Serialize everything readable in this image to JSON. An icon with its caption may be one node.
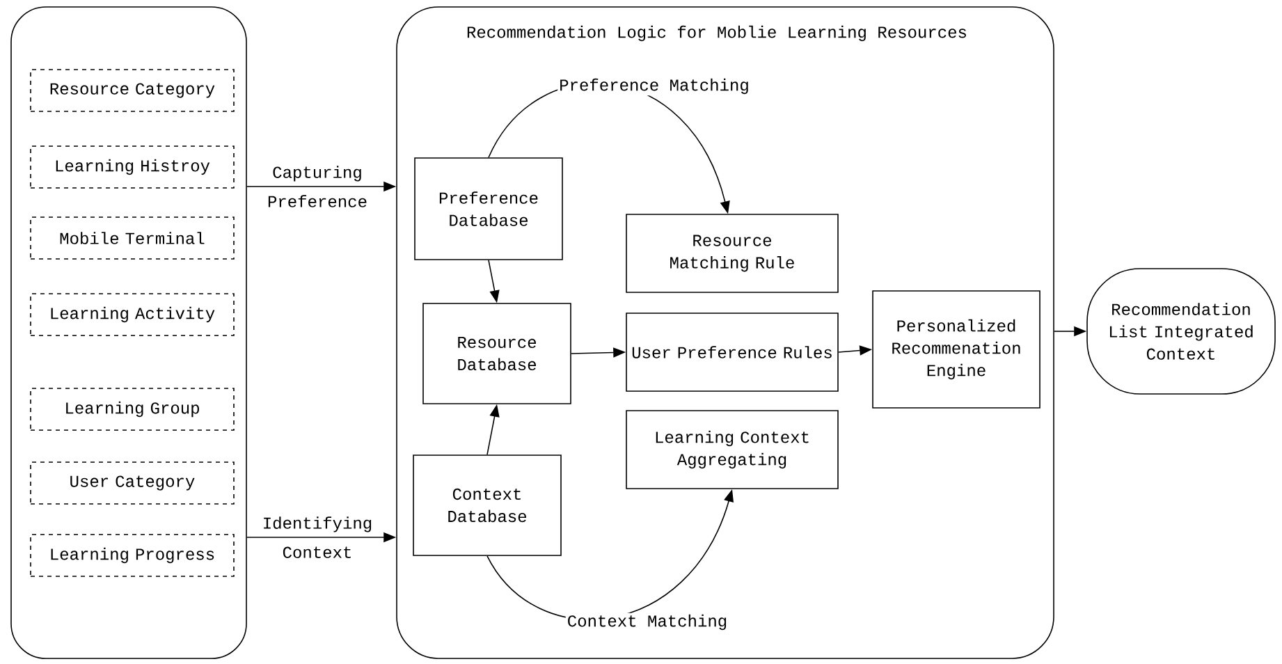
{
  "diagram": {
    "nodes": [
      {
        "text": [],
        "shape": "box"
      },
      {
        "text": [
          "Resource Category"
        ],
        "in": 0
      },
      {
        "text": [
          "Learning Histroy"
        ],
        "in": 0
      },
      {
        "text": [
          "Mobile Terminal"
        ],
        "in": 0
      },
      {
        "text": [
          "Learning Activity"
        ],
        "in": 0
      },
      {
        "text": [
          "Learning Group"
        ],
        "in": 0
      },
      {
        "text": [
          "User Category"
        ],
        "in": 0
      },
      {
        "text": [
          "Learning Progress"
        ],
        "in": 0
      },
      {
        "text": [
          "Recommendation Logic for Moblie Learning Resources"
        ]
      },
      {
        "text": [
          "Preference Database"
        ],
        "in": 8
      },
      {
        "text": [
          "Resource Matching Rule"
        ],
        "in": 8
      },
      {
        "text": [
          "Resource Database"
        ],
        "in": 8
      },
      {
        "text": [
          "User Preference Rules"
        ],
        "in": 8
      },
      {
        "text": [
          "Learning Context Aggregating"
        ],
        "in": 8
      },
      {
        "text": [
          "Context Database"
        ],
        "in": 8
      },
      {
        "text": [
          "Personalized Recommenation Engine"
        ],
        "in": 8
      },
      {
        "text": [
          "Recommendation List Integrated Context"
        ]
      }
    ],
    "edges": [
      {
        "from": 0,
        "to": 8,
        "arrow": "to",
        "label": "Capturing Preference"
      },
      {
        "from": 0,
        "to": 8,
        "arrow": "to",
        "label": "Identifying Context"
      },
      {
        "from": 9,
        "to": 10,
        "arrow": "to",
        "label": "Preference Matching"
      },
      {
        "from": 9,
        "to": 11,
        "arrow": "to"
      },
      {
        "from": 14,
        "to": 11,
        "arrow": "to"
      },
      {
        "from": 11,
        "to": 12,
        "arrow": "to"
      },
      {
        "from": 12,
        "to": 15,
        "arrow": "to"
      },
      {
        "from": 14,
        "to": 13,
        "arrow": "to",
        "label": "Context Matching"
      },
      {
        "from": 8,
        "to": 16,
        "arrow": "to"
      }
    ]
  }
}
